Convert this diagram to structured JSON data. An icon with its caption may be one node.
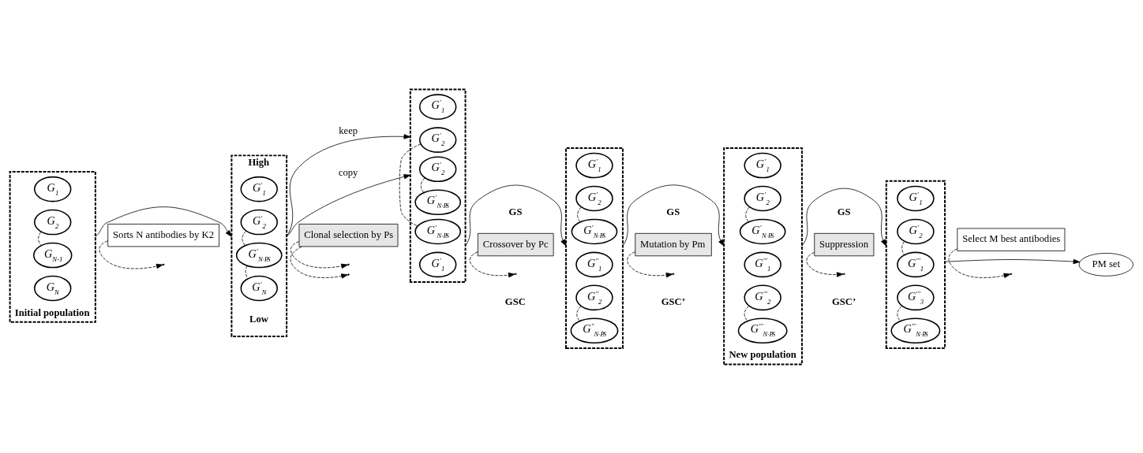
{
  "diagram": {
    "nodes": [
      {
        "text": [
          "Sorts N antibodies by K2"
        ]
      },
      {
        "text": [
          "Clonal selection by Ps"
        ]
      },
      {
        "text": [
          "Crossover by Pc"
        ]
      },
      {
        "text": [
          "Mutation by Pm"
        ]
      },
      {
        "text": [
          "Suppression"
        ]
      },
      {
        "text": [
          "Select M best antibodies"
        ]
      },
      {
        "text": [
          "Initial population"
        ]
      },
      {
        "text": [
          "G$_{1}$"
        ],
        "in": 6
      },
      {
        "text": [
          "G$_{2}$"
        ],
        "in": 6
      },
      {
        "text": [
          "G$_{N-1}$"
        ],
        "in": 6
      },
      {
        "text": [
          "G$_{N}$"
        ],
        "in": 6
      },
      {
        "text": [
          "High",
          "Low"
        ]
      },
      {
        "text": [
          "G$^{'}$$_{1}$"
        ],
        "in": 11
      },
      {
        "text": [
          "G$^{'}$$_{2}$"
        ],
        "in": 11
      },
      {
        "text": [
          "G$^{'}$$_{N·P}$$_{S}$"
        ],
        "in": 11
      },
      {
        "text": [
          "G$^{'}$$_{N}$"
        ],
        "in": 11
      },
      {
        "text": [],
        "shape": "box"
      },
      {
        "text": [
          "G$^{'}$$_{1}$"
        ],
        "in": 16
      },
      {
        "text": [
          "G$^{'}$$_{2}$"
        ],
        "in": 16
      },
      {
        "text": [
          "G$^{'}$$_{N·P}$$_{S}$"
        ],
        "in": 16
      },
      {
        "text": [
          "G$^{'}$$_{1}$"
        ],
        "in": 16
      },
      {
        "text": [
          "G$^{'}$$_{2}$"
        ],
        "in": 16
      },
      {
        "text": [
          "G$^{'}$$_{N·P}$$_{S}$"
        ],
        "in": 16
      },
      {
        "text": [],
        "shape": "box"
      },
      {
        "text": [
          "G$^{'}$$_{1}$"
        ],
        "in": 23
      },
      {
        "text": [
          "G$^{'}$$_{2}$"
        ],
        "in": 23
      },
      {
        "text": [
          "G$^{'}$$_{N·P}$$_{S}$"
        ],
        "in": 23
      },
      {
        "text": [
          "G$^{''}$$_{1}$"
        ],
        "in": 23
      },
      {
        "text": [
          "G$^{''}$$_{2}$"
        ],
        "in": 23
      },
      {
        "text": [
          "G$^{''}$$_{N·P}$$_{S}$"
        ],
        "in": 23
      },
      {
        "text": [
          "New population"
        ]
      },
      {
        "text": [
          "G$^{'}$$_{1}$"
        ],
        "in": 30
      },
      {
        "text": [
          "G$^{'}$$_{2}$"
        ],
        "in": 30
      },
      {
        "text": [
          "G$^{'}$$_{N·P}$$_{S}$"
        ],
        "in": 30
      },
      {
        "text": [
          "G$^{'''}$$_{1}$"
        ],
        "in": 30
      },
      {
        "text": [
          "G$^{'''}$$_{2}$"
        ],
        "in": 30
      },
      {
        "text": [
          "G$^{'''}$$_{N·P}$$_{S}$"
        ],
        "in": 30
      },
      {
        "text": [],
        "shape": "box"
      },
      {
        "text": [
          "G$^{'}$$_{1}$"
        ],
        "in": 37
      },
      {
        "text": [
          "G$^{'}$$_{2}$"
        ],
        "in": 37
      },
      {
        "text": [
          "G$^{'''}$$_{1}$"
        ],
        "in": 37
      },
      {
        "text": [
          "G$^{'''}$$_{3}$"
        ],
        "in": 37
      },
      {
        "text": [
          "G$^{'''}$$_{N·P}$$_{S}$"
        ],
        "in": 37
      },
      {
        "text": [
          "PM set"
        ]
      }
    ],
    "edges": [
      {
        "from": 0,
        "to": null,
        "arrow": "to",
        "style": "dashed"
      },
      {
        "from": 1,
        "to": null,
        "arrow": "to",
        "style": "dashed"
      },
      {
        "from": 1,
        "to": null,
        "arrow": "to",
        "style": "dashed"
      },
      {
        "from": 2,
        "to": null,
        "arrow": "to",
        "style": "dashed"
      },
      {
        "from": 3,
        "to": null,
        "arrow": "to",
        "style": "dashed"
      },
      {
        "from": 4,
        "to": null,
        "arrow": "to",
        "style": "dashed"
      },
      {
        "from": 5,
        "to": null,
        "arrow": "to",
        "style": "dashed"
      },
      {
        "from": 6,
        "to": 11,
        "arrow": "to"
      },
      {
        "from": 11,
        "to": 16,
        "arrow": "to",
        "label": "keep"
      },
      {
        "from": 11,
        "to": 16,
        "arrow": "to",
        "label": "copy"
      },
      {
        "from": 16,
        "to": 23,
        "arrow": "to"
      },
      {
        "from": 23,
        "to": 30,
        "arrow": "to"
      },
      {
        "from": 30,
        "to": 37,
        "arrow": "to"
      },
      {
        "from": 37,
        "to": 43,
        "arrow": "to"
      },
      {
        "from": 8,
        "to": 9,
        "arrow": "none",
        "style": "dashed"
      },
      {
        "from": 13,
        "to": 14,
        "arrow": "none",
        "style": "dashed"
      },
      {
        "from": 14,
        "to": 15,
        "arrow": "none",
        "style": "dashed"
      },
      {
        "from": 18,
        "to": 19,
        "arrow": "none",
        "style": "dashed"
      },
      {
        "from": 21,
        "to": 22,
        "arrow": "none",
        "style": "dashed"
      },
      {
        "from": 25,
        "to": 26,
        "arrow": "none",
        "style": "dashed"
      },
      {
        "from": 28,
        "to": 29,
        "arrow": "none",
        "style": "dashed"
      },
      {
        "from": 32,
        "to": 33,
        "arrow": "none",
        "style": "dashed"
      },
      {
        "from": 35,
        "to": 36,
        "arrow": "none",
        "style": "dashed"
      },
      {
        "from": 39,
        "to": 40,
        "arrow": "none",
        "style": "dashed"
      },
      {
        "from": 41,
        "to": 42,
        "arrow": "none",
        "style": "dashed"
      }
    ],
    "labels": [
      "GS",
      "GSC",
      "GS",
      "GSC’",
      "GS",
      "GSC’"
    ]
  }
}
